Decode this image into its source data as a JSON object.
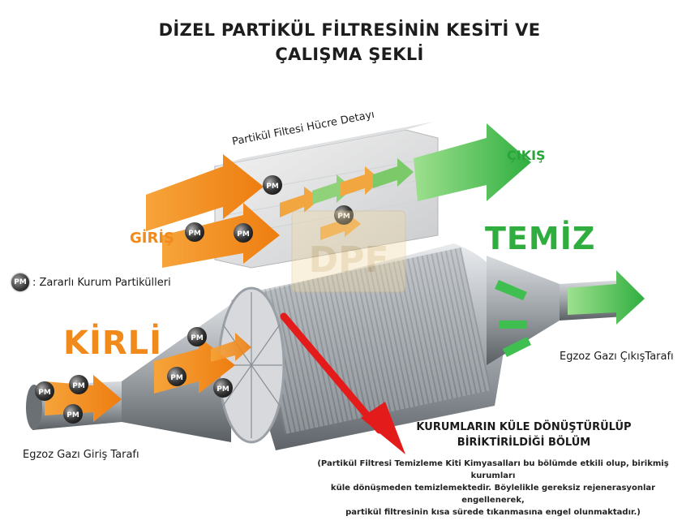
{
  "title": {
    "line1": "DİZEL PARTİKÜL FİLTRESİNİN KESİTİ VE",
    "line2": "ÇALIŞMA ŞEKLİ"
  },
  "labels": {
    "cell_detail": "Partikül Filtesi Hücre Detayı",
    "inlet_short": "GİRİŞ",
    "outlet_short": "ÇIKIŞ",
    "clean": "TEMİZ",
    "dirty": "KİRLİ",
    "exhaust_inlet_side": "Egzoz Gazı Giriş Tarafı",
    "exhaust_outlet_side": "Egzoz Gazı ÇıkışTarafı"
  },
  "legend": {
    "badge": "PM",
    "text": ": Zararlı Kurum Partikülleri"
  },
  "zone": {
    "title_line1": "KURUMLARIN KÜLE DÖNÜŞTÜRÜLÜP",
    "title_line2": "BİRİKTİRİLDİĞİ BÖLÜM",
    "desc_line1": "(Partikül Filtresi Temizleme Kiti Kimyasalları bu bölümde etkili olup, birikmiş kurumları",
    "desc_line2": "küle dönüşmeden temizlemektedir. Böylelikle gereksiz rejenerasyonlar engellenerek,",
    "desc_line3": "partikül filtresinin kısa sürede tıkanmasına engel olunmaktadır.)"
  },
  "watermark": {
    "text": "DPF"
  },
  "colors": {
    "orange": "#f08a1c",
    "green": "#2fae3f",
    "red_arrow": "#e41b1b",
    "metal": "#b8bcc0",
    "particle": "#3a3a3a"
  },
  "icons": [
    "pm-particle-icon",
    "flow-arrow-icon",
    "red-arrow-icon"
  ]
}
